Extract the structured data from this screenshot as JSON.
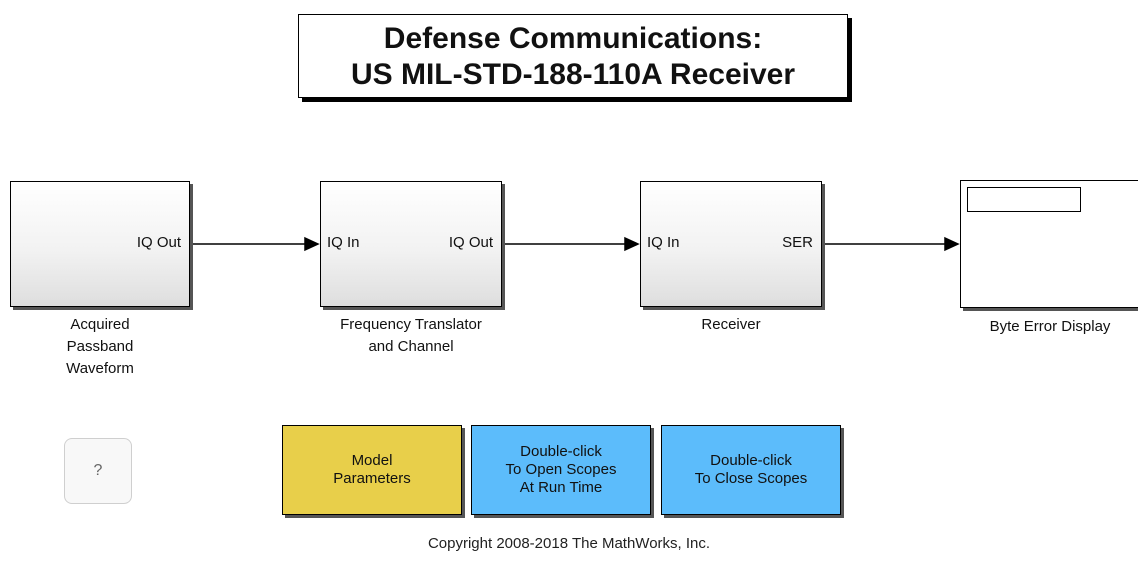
{
  "title": {
    "line1": "Defense Communications:",
    "line2": "US MIL-STD-188-110A Receiver"
  },
  "blocks": {
    "source": {
      "out_port": "IQ Out",
      "label_lines": [
        "Acquired",
        "Passband",
        "Waveform"
      ]
    },
    "translator": {
      "in_port": "IQ In",
      "out_port": "IQ Out",
      "label_lines": [
        "Frequency Translator",
        "and Channel"
      ]
    },
    "receiver": {
      "in_port": "IQ In",
      "out_port": "SER",
      "label": "Receiver"
    },
    "display": {
      "label": "Byte Error Display"
    }
  },
  "buttons": {
    "model_params": {
      "label": "Model\nParameters",
      "color": "#e8cf4a"
    },
    "open_scopes": {
      "label": "Double-click\nTo Open Scopes\nAt Run Time",
      "color": "#5cbcfb"
    },
    "close_scopes": {
      "label": "Double-click\nTo Close Scopes",
      "color": "#5cbcfb"
    }
  },
  "help": {
    "label": "?"
  },
  "copyright": "Copyright 2008-2018 The MathWorks, Inc."
}
